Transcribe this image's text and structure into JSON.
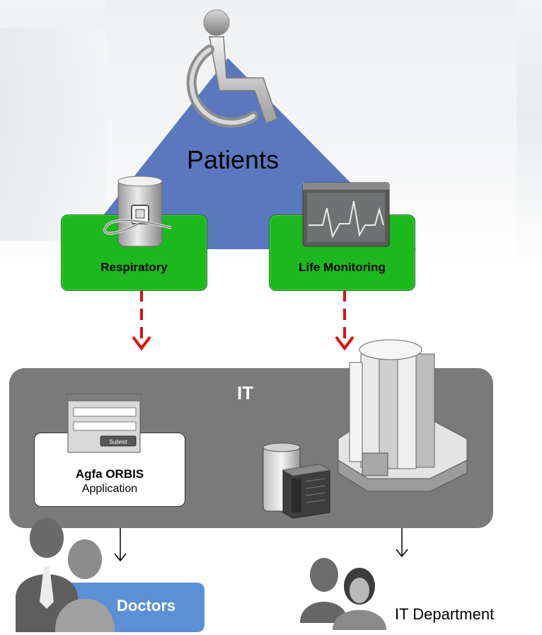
{
  "labels": {
    "patients": "Patients",
    "respiratory": "Respiratory",
    "life_monitoring": "Life Monitoring",
    "it": "IT",
    "orbis_title": "Agfa ORBIS",
    "orbis_subtitle": "Application",
    "submit": "Submit",
    "doctors": "Doctors",
    "it_department": "IT Department"
  },
  "colors": {
    "triangle": "#5b78bf",
    "green_box": "#1db81d",
    "it_band": "#7a7a7a",
    "doctors_box": "#5b8fd6",
    "red_arrow": "#e01010"
  },
  "icons": [
    "wheelchair-icon",
    "respirator-device-icon",
    "monitor-waveform-icon",
    "login-window-icon",
    "mainframe-server-icon",
    "storage-server-icon",
    "doctors-people-icon",
    "it-people-icon"
  ]
}
